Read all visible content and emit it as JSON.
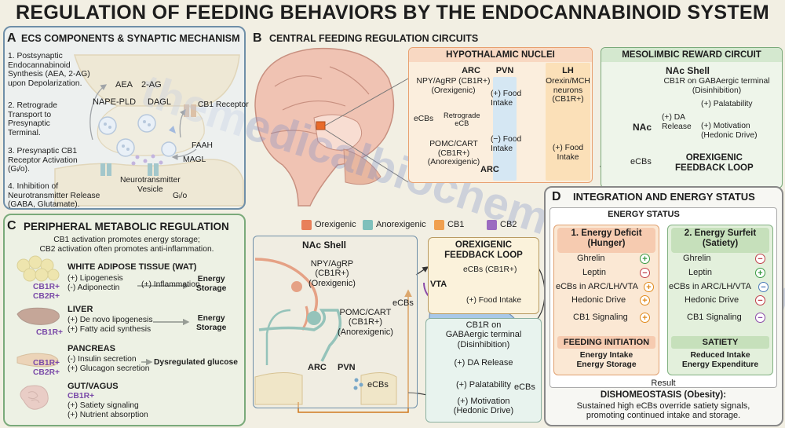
{
  "title": "REGULATION OF FEEDING BEHAVIORS BY THE ENDOCANNABINOID SYSTEM",
  "watermark": "themedicalbiochemistrypage.org",
  "panel_a": {
    "letter": "A",
    "title": "ECS COMPONENTS & SYNAPTIC MECHANISM",
    "steps": [
      "1. Postsynaptic\nEndocannabinoid\nSynthesis (AEA, 2-AG)\nupon Depolarization.",
      "2. Retrograde\nTransport to\nPresynaptic\nTerminal.",
      "3. Presynaptic CB1\nReceptor Activation\n(Gᵢ/o).",
      "4. Inhibition of\nNeurotransmitter Release\n(GABA, Glutamate)."
    ],
    "labels": {
      "aea": "AEA",
      "two_ag": "2-AG",
      "nape_pld": "NAPE-PLD",
      "dagl": "DAGL",
      "cb1_receptor": "CB1 Receptor",
      "faah": "FAAH",
      "magl": "MAGL",
      "neurotransmitter_vesicle": "Neurotransmitter\nVesicle",
      "gio": "Gᵢ/o"
    }
  },
  "panel_b": {
    "letter": "B",
    "title": "CENTRAL FEEDING REGULATION CIRCUITS",
    "hypothalamic": {
      "title": "HYPOTHALAMIC NUCLEI",
      "col_arc": "ARC",
      "col_pvn": "PVN",
      "col_lh": "LH",
      "npy": "NPY/AgRP (CB1R+)\n(Orexigenic)",
      "ecbs": "eCBs",
      "retrograde": "Retrograde\neCB",
      "pomc": "POMC/CART\n(CB1R+)\n(Anorexigenic)",
      "arc_label": "ARC",
      "plus_food": "(+) Food\nIntake",
      "minus_food": "(−) Food\nIntake",
      "orexin": "Orexin/MCH\nneurons\n(CB1R+)",
      "lh_food": "(+) Food\nIntake"
    },
    "mesolimbic": {
      "title": "MESOLIMBIC REWARD CIRCUIT",
      "nac_shell": "NAc Shell",
      "cb1r": "CB1R on GABAergic terminal\n(Disinhibition)",
      "palatability": "(+) Palatability",
      "da_release": "(+) DA\nRelease",
      "motivation": "(+) Motivation\n(Hedonic Drive)",
      "nac": "NAc"
    },
    "ecbs": "eCBs",
    "loop_label": "OREXIGENIC\nFEEDBACK LOOP",
    "legend": [
      {
        "label": "Orexigenic",
        "color": "#e8805a"
      },
      {
        "label": "Anorexigenic",
        "color": "#7fc0bb"
      },
      {
        "label": "CB1",
        "color": "#f0a050"
      },
      {
        "label": "CB2",
        "color": "#9b6bc0"
      }
    ],
    "detail": {
      "nac_shell": "NAc Shell",
      "npy": "NPY/AgRP\n(CB1R+)\n(Orexigenic)",
      "pomc": "POMC/CART\n(CB1R+)\n(Anorexigenic)",
      "arc": "ARC",
      "pvn": "PVN",
      "ecbs_bottom": "eCBs",
      "ecbs_left": "eCBs",
      "loop_title": "OREXIGENIC\nFEEDBACK LOOP",
      "vta": "VTA",
      "loop_ecbs": "eCBs (CB1R+)",
      "loop_food": "(+) Food Intake",
      "cb1r": "CB1R on\nGABAergic terminal\n(Disinhibition)",
      "da": "(+) DA Release",
      "palatability": "(+) Palatability",
      "motivation": "(+) Motivation\n(Hedonic Drive)",
      "ecbs_right": "eCBs"
    }
  },
  "panel_c": {
    "letter": "C",
    "title": "PERIPHERAL METABOLIC REGULATION",
    "intro": "CB1 activation promotes energy storage;\nCB2 activation often promotes anti-inflammation.",
    "wat": {
      "title": "WHITE ADIPOSE TISSUE (WAT)",
      "effects": "(+) Lipogenesis\n(-) Adiponectin",
      "inflammation": "(+) Inflammation",
      "outcome": "Energy\nStorage",
      "receptors": "CB1R+\nCB2R+"
    },
    "liver": {
      "title": "LIVER",
      "effects": "(+) De novo lipogenesis\n(+) Fatty acid synthesis",
      "outcome": "Energy\nStorage",
      "receptors": "CB1R+"
    },
    "pancreas": {
      "title": "PANCREAS",
      "effects": "(-) Insulin secretion\n(+) Glucagon secretion",
      "outcome": "Dysregulated glucose",
      "receptors": "CB1R+\nCB2R+"
    },
    "gut": {
      "title": "GUT/VAGUS",
      "receptor": "CB1R+",
      "effects": "(+) Satiety signaling\n(+) Nutrient absorption"
    }
  },
  "panel_d": {
    "letter": "D",
    "title": "INTEGRATION AND ENERGY STATUS",
    "energy_status": "ENERGY STATUS",
    "deficit": {
      "title": "1. Energy Deficit\n(Hunger)",
      "rows": [
        {
          "label": "Ghrelin",
          "sign": "+"
        },
        {
          "label": "Leptin",
          "sign": "−"
        },
        {
          "label": "eCBs in ARC/LH/VTA",
          "sign": "+"
        },
        {
          "label": "Hedonic Drive",
          "sign": "+"
        },
        {
          "label": "CB1 Signaling",
          "sign": "+"
        }
      ],
      "outcome_title": "FEEDING INITIATION",
      "outcome": "Energy Intake\nEnergy Storage"
    },
    "surfeit": {
      "title": "2. Energy Surfeit\n(Satiety)",
      "rows": [
        {
          "label": "Ghrelin",
          "sign": "−"
        },
        {
          "label": "Leptin",
          "sign": "+"
        },
        {
          "label": "eCBs in ARC/LH/VTA",
          "sign": "−"
        },
        {
          "label": "Hedonic Drive",
          "sign": "−"
        },
        {
          "label": "CB1 Signaling",
          "sign": "−"
        }
      ],
      "outcome_title": "SATIETY",
      "outcome": "Reduced Intake\nEnergy Expenditure"
    },
    "result_label": "Result",
    "result_title": "DISHOMEOSTASIS (Obesity):",
    "result_text": "Sustained high eCBs override satiety signals,\npromoting continued intake and storage."
  }
}
